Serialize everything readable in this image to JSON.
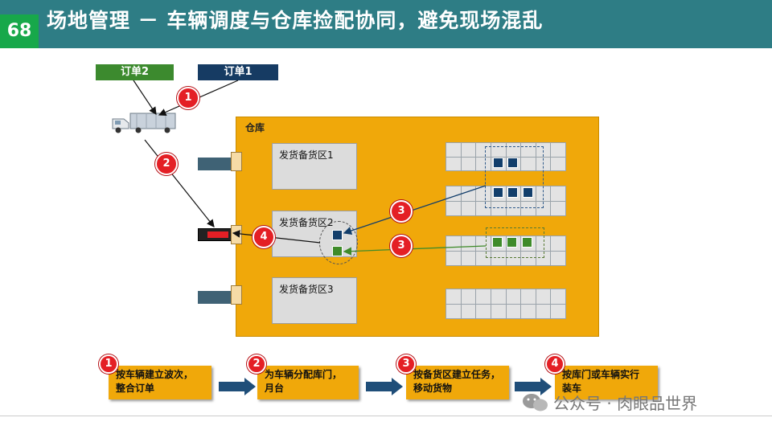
{
  "header": {
    "slide_number": "68",
    "title": "场地管理 － 车辆调度与仓库捡配协同，避免现场混乱"
  },
  "orders": [
    {
      "label": "订单2",
      "color": "#3c8a2e"
    },
    {
      "label": "订单1",
      "color": "#163b63"
    }
  ],
  "warehouse": {
    "label": "仓库",
    "zones": [
      "发货备货区1",
      "发货备货区2",
      "发货备货区3"
    ]
  },
  "badges": [
    "1",
    "2",
    "3",
    "3",
    "4"
  ],
  "steps": [
    {
      "num": "1",
      "line1": "按车辆建立波次，",
      "line2": "整合订单"
    },
    {
      "num": "2",
      "line1": "为车辆分配库门，",
      "line2": "月台"
    },
    {
      "num": "3",
      "line1": "按备货区建立任务，",
      "line2": "移动货物"
    },
    {
      "num": "4",
      "line1": "按库门或车辆实行",
      "line2": "装车"
    }
  ],
  "watermark": "公众号 · 肉眼品世界",
  "colors": {
    "accent": "#2e7d85",
    "warehouse": "#f0a80a",
    "badge": "#e41f25",
    "navy": "#123e6b",
    "green": "#3f8b2a"
  }
}
